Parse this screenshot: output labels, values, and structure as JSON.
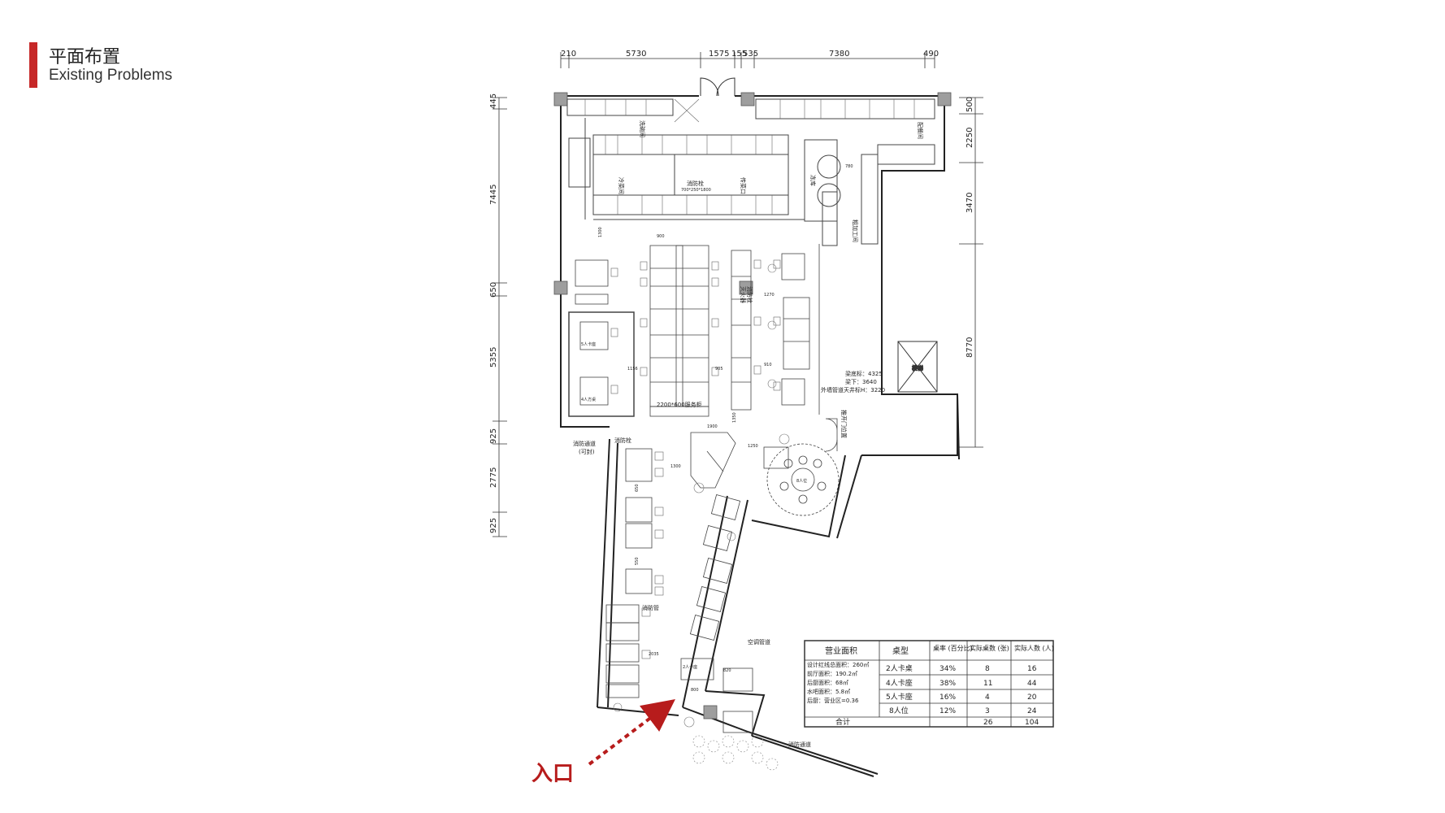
{
  "header": {
    "title_cn": "平面布置",
    "title_en": "Existing Problems"
  },
  "accent_color": "#c62828",
  "entrance_label": "入口",
  "top_dims": [
    "210",
    "5730",
    "1575",
    "155",
    "535",
    "7380",
    "490"
  ],
  "left_dims": [
    "445",
    "7445",
    "650",
    "5355",
    "925",
    "2775",
    "925"
  ],
  "right_dims": [
    "500",
    "2250",
    "3470",
    "8770"
  ],
  "inner_dims": [
    "1300",
    "900",
    "1270",
    "1156",
    "905",
    "910",
    "1900",
    "1350",
    "1250",
    "1300",
    "800",
    "820",
    "2035",
    "650",
    "550",
    "780"
  ],
  "room_labels": {
    "fire_hydrant_main": "消防栓",
    "fire_hydrant_size": "700*250*1800",
    "wash_room": "洗碗间",
    "dish_room": "冷菜间",
    "pass_window": "传菜口",
    "kitchen_side": "粗加工间",
    "cold_store": "冻库",
    "prep_room": "配餐间",
    "service_counter": "2200*600服务柜",
    "fire_exit": "消防通道",
    "fire_exit_note": "(可封)",
    "fire_hydrant_2": "消防栓",
    "fire_hydrant_3": "消防管",
    "ac_duct": "空调管道",
    "fire_exit_bottom": "消防通道",
    "sliding_door": "推开门位置",
    "ceiling_1": "梁底标：4325",
    "ceiling_2": "梁下：3640",
    "ceiling_3": "外墙管道天井标H：3220",
    "stair": "楼梯",
    "fire_hydrant_box": "消防栓",
    "fire_hydrant_box_2": "灭火器",
    "seat_small": "4人方桌",
    "seat_round": "8人位",
    "seat_booth": "2人卡座",
    "seat_text": "5人卡座"
  },
  "stats_table": {
    "headers": [
      "营业面积",
      "桌型",
      "桌率\n(百分比)",
      "实际桌数\n(张)",
      "实际人数\n(人)"
    ],
    "area_lines": [
      "设计红线总面积：260㎡",
      "前厅面积：190.2㎡",
      "后厨面积：68㎡",
      "水吧面积：5.8㎡",
      "后厨：营业区=0.36"
    ],
    "rows": [
      {
        "type": "2人卡桌",
        "rate": "34%",
        "tables": "8",
        "people": "16"
      },
      {
        "type": "4人卡座",
        "rate": "38%",
        "tables": "11",
        "people": "44"
      },
      {
        "type": "5人卡座",
        "rate": "16%",
        "tables": "4",
        "people": "20"
      },
      {
        "type": "8人位",
        "rate": "12%",
        "tables": "3",
        "people": "24"
      }
    ],
    "total": {
      "label": "合计",
      "tables": "26",
      "people": "104"
    }
  }
}
